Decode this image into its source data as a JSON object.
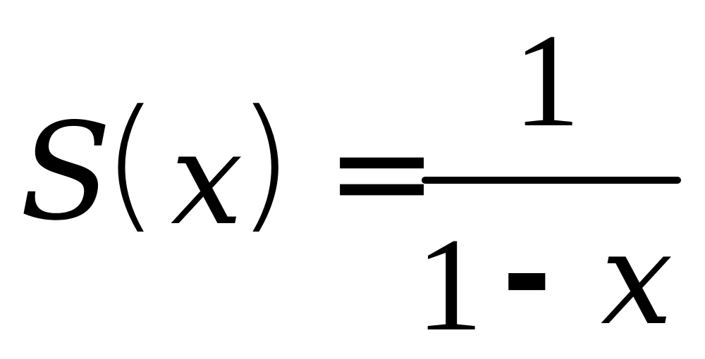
{
  "formula": {
    "lhs": {
      "function": "S",
      "left_paren": "(",
      "variable": "x",
      "right_paren": ")"
    },
    "relation": "=",
    "rhs": {
      "numerator": "1",
      "denominator": {
        "one": "1",
        "operator": "-",
        "variable": "x"
      }
    }
  },
  "colors": {
    "text": "#000000",
    "background": "#ffffff"
  }
}
